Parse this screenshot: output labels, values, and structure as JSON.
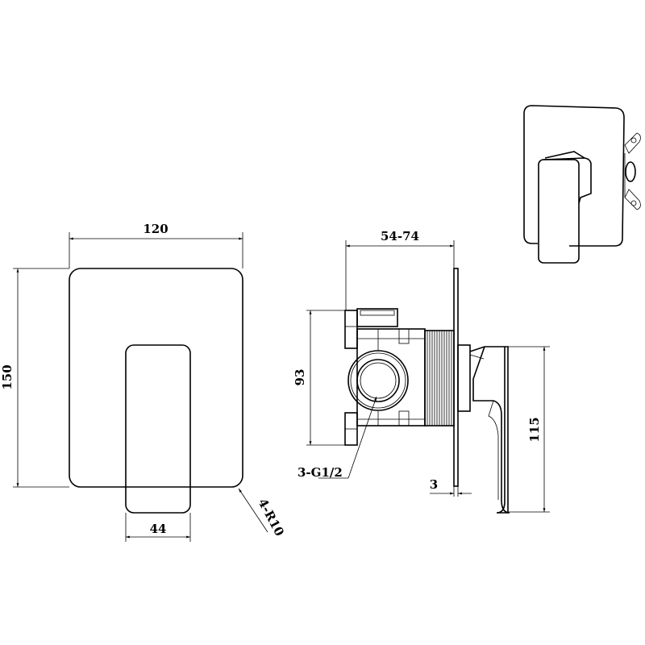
{
  "colors": {
    "ink": "#000000",
    "background": "#ffffff"
  },
  "front_view": {
    "width_label": "120",
    "height_label": "150",
    "handle_width_label": "44",
    "radius_label": "4-R10"
  },
  "side_view": {
    "depth_label": "54-74",
    "body_height_label": "93",
    "connection_label": "3-G1/2",
    "plate_thickness_label": "3",
    "handle_height_label": "115"
  }
}
